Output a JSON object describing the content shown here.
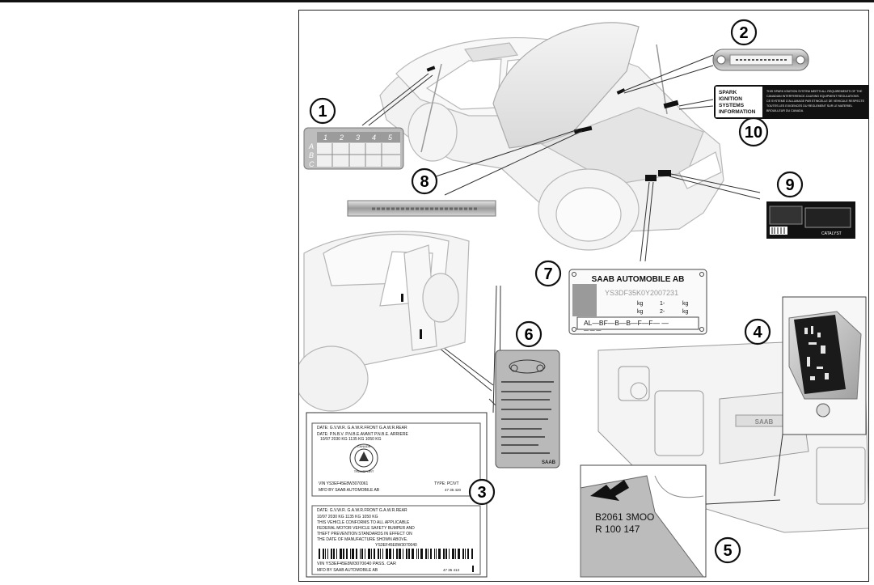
{
  "callouts": [
    "1",
    "2",
    "3",
    "4",
    "5",
    "6",
    "7",
    "8",
    "9",
    "10"
  ],
  "label1": {
    "cols": [
      "1",
      "2",
      "3",
      "4",
      "5"
    ],
    "rows": [
      "A",
      "B",
      "C"
    ]
  },
  "label10": {
    "left_lines": [
      "SPARK",
      "IGNITION",
      "SYSTEMS",
      "INFORMATION"
    ],
    "right_lines": [
      "THIS SPARK IGNITION SYSTEM MEETS ALL REQUIREMENTS OF THE",
      "CANADIAN INTERFERENCE-CAUSING EQUIPMENT REGULATIONS.",
      "CE SYSTEME D'ALLUMAGE PAR ETINCELLE DE VEHICULE RESPECTE",
      "TOUTES LES EXIGENCES DU REGLEMENT SUR LE MATERIEL",
      "BROUILLEUR DU CANADA."
    ]
  },
  "label7": {
    "title": "SAAB AUTOMOBILE AB",
    "vin": "YS3DF35K0Y2007231",
    "kg1": "kg",
    "kg1n": "1-",
    "kg2": "kg",
    "kg3": "kg",
    "kg3n": "2-",
    "kg4": "kg",
    "code": "AL—BF—B—B—F—F— —",
    "code2": "— — —"
  },
  "label9": {
    "bottom": "CATALYST"
  },
  "label3a": {
    "line1": "DATE:  G.V.W.R.    G.A.W.R.FRONT   G.A.W.R.REAR",
    "line2": "DATE:  P.N.B.V.  P.N.B.E.AVANT    P.N.B.E. ARRIERE",
    "line3": "10/97  2030  KG  1135  KG          1050  KG",
    "seal_top": "CANADA",
    "seal_bottom": "TRANSPORT",
    "vin": "VIN  YS3EF45E8W3070061",
    "type": "TYPE:  PC/VT",
    "mfd": "MFD BY  SAAB AUTOMOBILE AB",
    "part": "47  35  420"
  },
  "label3b": {
    "line1": "DATE:  G.V.W.R.    G.A.W.R.FRONT   G.A.W.R.REAR",
    "line2": "10/97  2030  KG 1135  KG       1050  KG",
    "line3": "THIS VEHICLE CONFORMS TO ALL APPLICABLE",
    "line4": "FEDERAL MOTOR VEHICLE SAFETY BUMPER AND",
    "line5": "THEFT PREVENTION STANDARDS IN EFFECT ON",
    "line6": "THE DATE OF MANUFACTURE SHOWN ABOVE.",
    "line7": "YS3EF45E8W3070040",
    "vin": "VIN YS3EF45E8W3070040 PASS. CAR",
    "mfd": "MFD BY  SAAB AUTOMOBILE  AB",
    "part": "47  35  413"
  },
  "label5": {
    "line1": "B2061  3MOO",
    "line2": "R 100 147"
  },
  "engine_badge": "SAAB",
  "label6": {
    "badge": "SAAB"
  }
}
